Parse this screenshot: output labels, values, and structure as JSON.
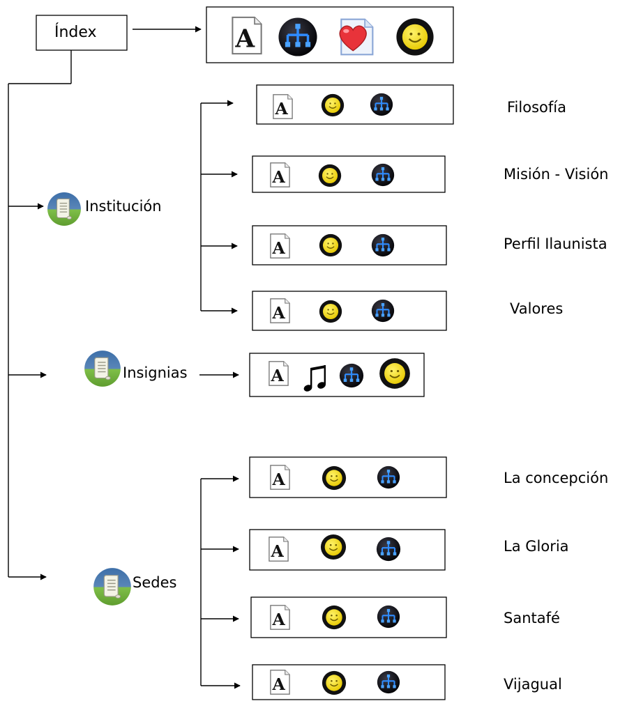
{
  "index_label": "Índex",
  "sections": {
    "institucion": "Institución",
    "insignias": "Insignias",
    "sedes": "Sedes"
  },
  "pages": {
    "filosofia": "Filosofía",
    "mision_vision": "Misión - Visión",
    "perfil": "Perfil Ilaunista",
    "valores": "Valores",
    "la_concepcion": "La concepción",
    "la_gloria": "La Gloria",
    "santafe": "Santafé",
    "vijagual": "Vijagual"
  },
  "icons": {
    "document": "document-A-icon",
    "sitemap": "sitemap-icon",
    "heart": "heart-page-icon",
    "smiley": "smiley-icon",
    "music": "music-note-icon",
    "scroll": "scroll-page-icon"
  },
  "colors": {
    "line": "#000000",
    "smiley_face": "#f5e11a",
    "sitemap_ball": "#0b0b12",
    "sitemap_node": "#2f8cff",
    "heart": "#e8333a",
    "scroll_top": "#3d6fa8",
    "scroll_bottom": "#78b543"
  }
}
